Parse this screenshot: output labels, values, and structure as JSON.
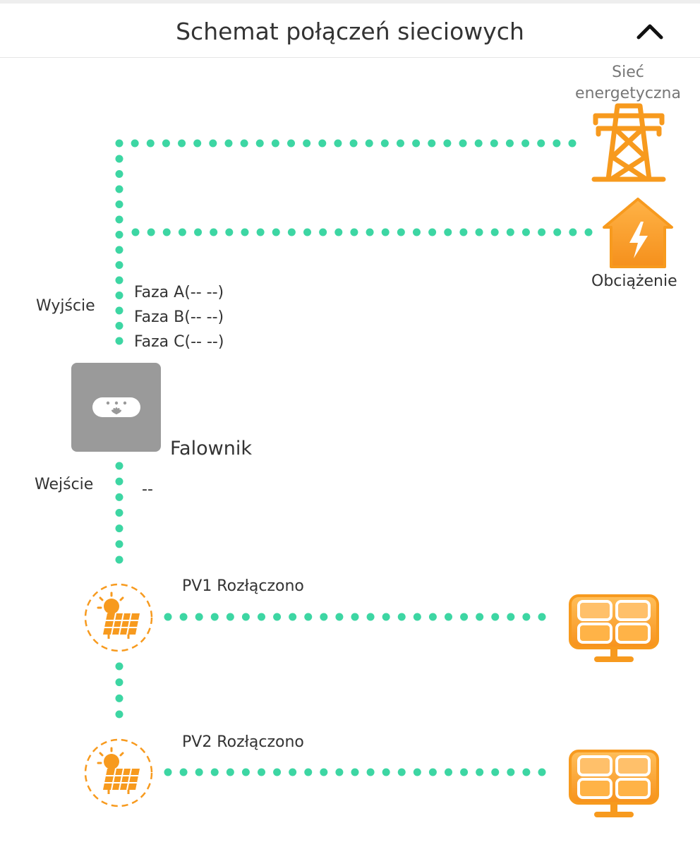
{
  "header": {
    "title": "Schemat połączeń sieciowych",
    "collapse_icon": "chevron-up-icon"
  },
  "grid": {
    "label": "Sieć energetyczna",
    "icon": "power-tower-icon"
  },
  "load": {
    "label": "Obciążenie",
    "icon": "house-lightning-icon"
  },
  "output": {
    "label": "Wyjście",
    "phases": [
      "Faza A(--  --)",
      "Faza B(--  --)",
      "Faza C(--  --)"
    ]
  },
  "inverter": {
    "label": "Falownik",
    "icon": "inverter-icon"
  },
  "input": {
    "label": "Wejście",
    "value": "--"
  },
  "pv_strings": [
    {
      "label": "PV1 Rozłączono",
      "icon": "solar-panel-icon"
    },
    {
      "label": "PV2 Rozłączono",
      "icon": "solar-panel-icon"
    }
  ],
  "colors": {
    "line": "#3dd6a3",
    "accent": "#f79a1e",
    "inverter": "#9a9a9a"
  }
}
